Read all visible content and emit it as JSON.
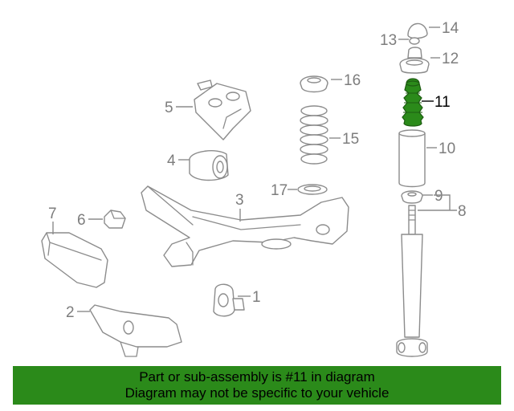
{
  "callouts": {
    "c1": "1",
    "c2": "2",
    "c3": "3",
    "c4": "4",
    "c5": "5",
    "c6": "6",
    "c7": "7",
    "c8": "8",
    "c9": "9",
    "c10": "10",
    "c11": "11",
    "c12": "12",
    "c13": "13",
    "c14": "14",
    "c15": "15",
    "c16": "16",
    "c17": "17"
  },
  "highlighted_part": "11",
  "colors": {
    "highlight": "#2b8a1a",
    "line_art": "#8c8c8c",
    "banner": "#2b8a1a"
  },
  "banner": {
    "line1": "Part or sub-assembly is #11 in diagram",
    "line2": "Diagram may not be specific to your vehicle"
  }
}
